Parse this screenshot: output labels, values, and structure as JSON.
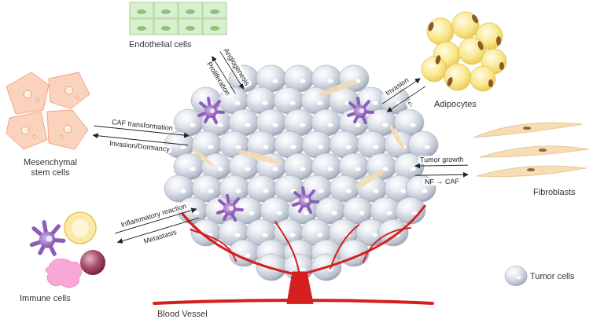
{
  "diagram": {
    "nodes": [
      {
        "text": [
          "Endothelial cells"
        ]
      },
      {
        "text": [
          "Adipocytes"
        ]
      },
      {
        "text": [
          "Mesenchymal stem cells"
        ]
      },
      {
        "text": [
          "Blood Vessel"
        ]
      },
      {
        "text": [
          "Fibroblasts"
        ]
      },
      {
        "text": [
          "Immune cells"
        ]
      }
    ],
    "edges": [
      {
        "from": 3,
        "to": 0,
        "label": "Proliferation",
        "arrow": "to"
      },
      {
        "from": 0,
        "to": 3,
        "label": "Angiogenesis",
        "arrow": "to"
      },
      {
        "from": 3,
        "to": 1,
        "label": "Invasion",
        "arrow": "to"
      },
      {
        "from": 1,
        "to": 3,
        "label": "?",
        "arrow": "to"
      },
      {
        "from": 2,
        "to": 3,
        "label": "CAF transformation",
        "arrow": "to"
      },
      {
        "from": 3,
        "to": 2,
        "label": "Invasion/Dormancy",
        "arrow": "to"
      },
      {
        "from": 4,
        "to": 3,
        "label": "Tumor growth",
        "arrow": "to"
      },
      {
        "from": 3,
        "to": 4,
        "label": "NF → CAF",
        "arrow": "to"
      },
      {
        "from": 5,
        "to": 3,
        "label": "Inflammatory reaction",
        "arrow": "to"
      },
      {
        "from": 3,
        "to": 5,
        "label": "Metastasis",
        "arrow": "to"
      }
    ],
    "legend": [
      {
        "text": "Tumor cells"
      }
    ]
  }
}
